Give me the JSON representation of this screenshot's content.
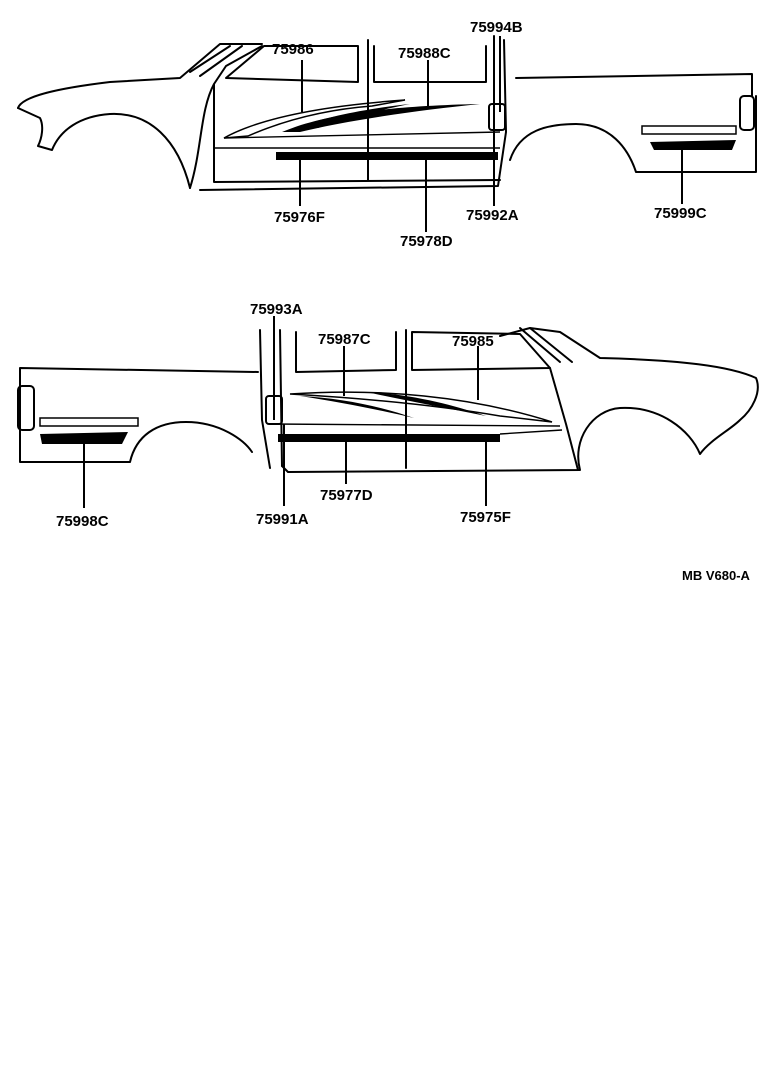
{
  "top_view": {
    "labels": {
      "p75986": "75986",
      "p75988C": "75988C",
      "p75994B": "75994B",
      "p75976F": "75976F",
      "p75978D": "75978D",
      "p75992A": "75992A",
      "p75999C": "75999C"
    }
  },
  "bottom_view": {
    "labels": {
      "p75993A": "75993A",
      "p75987C": "75987C",
      "p75985": "75985",
      "p75998C": "75998C",
      "p75991A": "75991A",
      "p75977D": "75977D",
      "p75975F": "75975F"
    }
  },
  "diagram_code": "MB V680-A"
}
